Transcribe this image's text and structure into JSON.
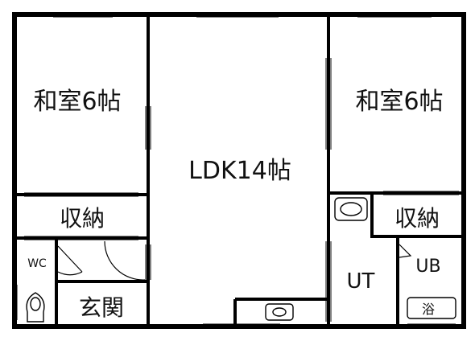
{
  "rooms": {
    "washitsu_left": "和室6帖",
    "ldk": "LDK14帖",
    "washitsu_right": "和室6帖",
    "storage_left": "収納",
    "storage_right": "収納",
    "wc": "WC",
    "entrance": "玄関",
    "utility": "UT",
    "unit_bath": "UB",
    "bath_tub": "浴"
  },
  "colors": {
    "wall": "#000000",
    "background": "#ffffff",
    "fixture": "#000000"
  }
}
